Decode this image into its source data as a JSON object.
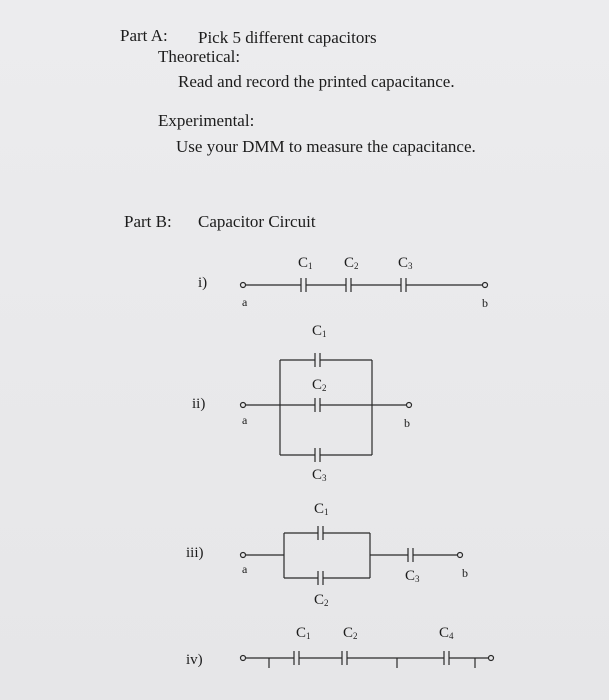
{
  "partA": {
    "heading": "Part A:",
    "instruction": "Pick 5 different capacitors",
    "theoretical_title": "Theoretical:",
    "theoretical_text": "Read and record the printed capacitance.",
    "experimental_title": "Experimental:",
    "experimental_text": "Use your DMM to measure the capacitance."
  },
  "partB": {
    "heading": "Part B:",
    "title": "Capacitor Circuit",
    "circuits": [
      {
        "label": "i)",
        "node_a": "a",
        "node_b": "b",
        "caps": [
          "C1",
          "C2",
          "C3"
        ]
      },
      {
        "label": "ii)",
        "node_a": "a",
        "node_b": "b",
        "caps": [
          "C1",
          "C2",
          "C3"
        ]
      },
      {
        "label": "iii)",
        "node_a": "a",
        "node_b": "b",
        "caps": [
          "C1",
          "C2",
          "C3"
        ]
      },
      {
        "label": "iv)",
        "caps": [
          "C1",
          "C2",
          "C4"
        ]
      }
    ]
  },
  "colors": {
    "ink": "#1c1c1c",
    "paper": "#e9e9eb"
  }
}
